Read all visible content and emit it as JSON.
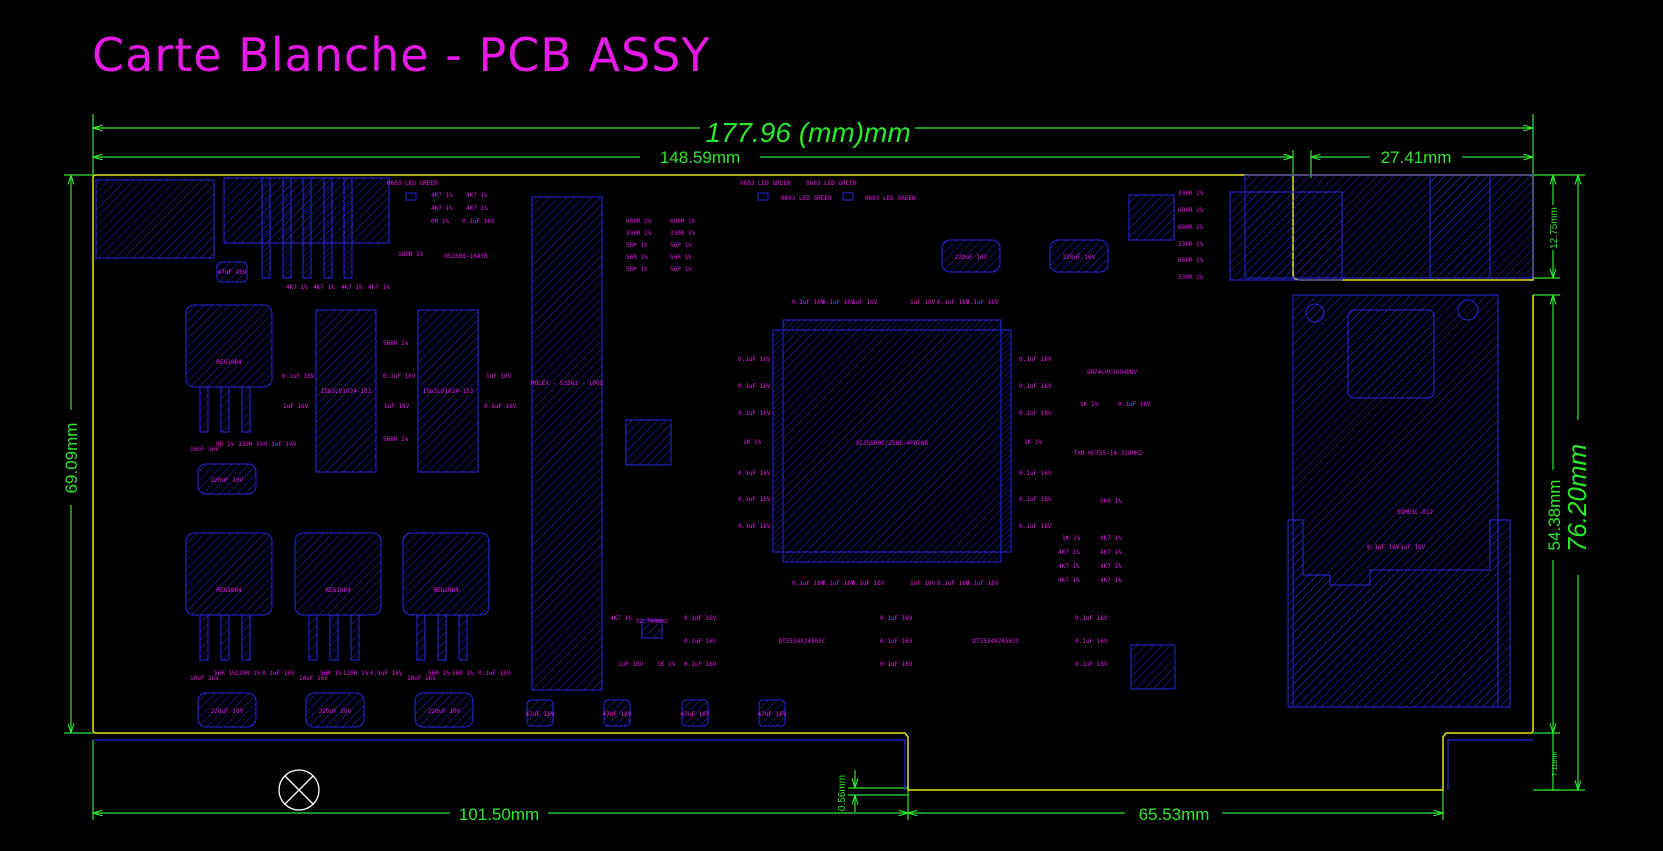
{
  "title": "Carte Blanche - PCB ASSY",
  "dimensions": {
    "overall_width": "177.96 (mm)mm",
    "upper_width": "148.59mm",
    "connector_width": "27.41mm",
    "overall_height": "69.09mm",
    "right_height_total": "76.20mm",
    "right_height_lower": "54.38mm",
    "connector_height": "12.75mm",
    "bottom_left": "101.50mm",
    "bottom_right": "65.53mm",
    "slot_gap": "0.56mm",
    "slot_tab": "7.11mm"
  },
  "components": {
    "fpga": "XC3S500E/256E-4PQ208",
    "header": "MOLEX - 53261 - 1005",
    "sram1": "IS63LV1024-15J",
    "sram2": "IS63LV1024-15J",
    "regulator": "REG1084",
    "buffer_left": "DTS534X24503C",
    "buffer_right": "DTS534X24503C",
    "oscillator": "SN74LVC1G04DBV",
    "flash": "TXO-HCT55-14.318MHZ",
    "sd_socket": "SDMUSL-012",
    "crystal": "32.768KHz",
    "pot": "DS2S08-16AYB"
  },
  "labels": {
    "led_green": "0603 LED GREEN",
    "cap_220": "220uF 10V",
    "cap_47": "47uF 16V",
    "cap_100n": "0.1uF 16V",
    "cap_1u": "1uF 16V",
    "cap_10u": "10uF 16V",
    "res_4k7": "4K7 1%",
    "res_330": "330R 1%",
    "res_680": "680R 1%",
    "res_56": "56R 1%",
    "res_1k": "1K 1%",
    "res_560": "560R 1%",
    "res_120": "120R 1%",
    "res_0": "0R 1%",
    "cap_56p": "56P 1%",
    "res_5k6": "5K6 1%",
    "res_180": "180R 1%"
  },
  "colors": {
    "board_outline": "#e6e61a",
    "dimension": "#2ee82e",
    "silkscreen": "#e619e6",
    "copper": "#2626e0",
    "background": "#000000"
  }
}
